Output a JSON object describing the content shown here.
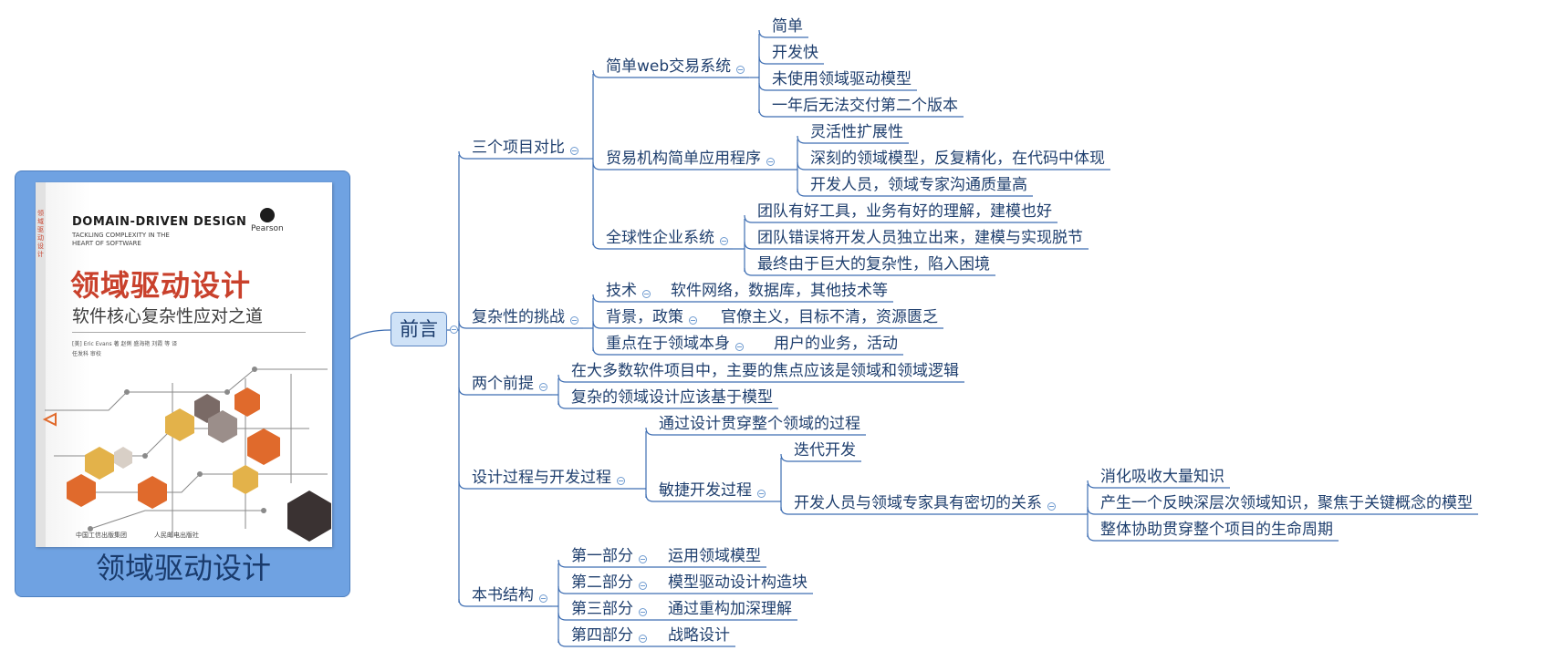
{
  "cover": {
    "en_title": "DOMAIN-DRIVEN DESIGN",
    "en_subtitle": "TACKLING COMPLEXITY IN THE HEART OF SOFTWARE",
    "zh_title": "领域驱动设计",
    "zh_subtitle": "软件核心复杂性应对之道",
    "publisher_brand": "Pearson",
    "authors": "[美] Eric Evans 著  赵俐 盛海艳 刘霞 等 译  任发科 审校",
    "footer_left": "中国工信出版集团",
    "footer_right": "人民邮电出版社",
    "caption": "领域驱动设计"
  },
  "mindmap": {
    "root": "前言",
    "nodes": {
      "b1": "三个项目对比",
      "b1a": "简单web交易系统",
      "b1a1": "简单",
      "b1a2": "开发快",
      "b1a3": "未使用领域驱动模型",
      "b1a4": "一年后无法交付第二个版本",
      "b1b": "贸易机构简单应用程序",
      "b1b1": "灵活性扩展性",
      "b1b2": "深刻的领域模型，反复精化，在代码中体现",
      "b1b3": "开发人员，领域专家沟通质量高",
      "b1c": "全球性企业系统",
      "b1c1": "团队有好工具，业务有好的理解，建模也好",
      "b1c2": "团队错误将开发人员独立出来，建模与实现脱节",
      "b1c3": "最终由于巨大的复杂性，陷入困境",
      "b2": "复杂性的挑战",
      "b2a": "技术",
      "b2a1": "软件网络，数据库，其他技术等",
      "b2b": "背景，政策",
      "b2b1": "官僚主义，目标不清，资源匮乏",
      "b2c": "重点在于领域本身",
      "b2c1": "用户的业务，活动",
      "b3": "两个前提",
      "b3a": "在大多数软件项目中，主要的焦点应该是领域和领域逻辑",
      "b3b": "复杂的领域设计应该基于模型",
      "b4": "设计过程与开发过程",
      "b4a": "通过设计贯穿整个领域的过程",
      "b4b": "敏捷开发过程",
      "b4b1": "迭代开发",
      "b4b2": "开发人员与领域专家具有密切的关系",
      "b4b2a": "消化吸收大量知识",
      "b4b2b": "产生一个反映深层次领域知识，聚焦于关键概念的模型",
      "b4b2c": "整体协助贯穿整个项目的生命周期",
      "b5": "本书结构",
      "b5a": "第一部分",
      "b5a1": "运用领域模型",
      "b5b": "第二部分",
      "b5b1": "模型驱动设计构造块",
      "b5c": "第三部分",
      "b5c1": "通过重构加深理解",
      "b5d": "第四部分",
      "b5d1": "战略设计"
    }
  },
  "colors": {
    "line": "#3d6db2",
    "text": "#1f3f6e",
    "panel": "#6fa2e2",
    "root_fill": "#cfe2f7"
  }
}
